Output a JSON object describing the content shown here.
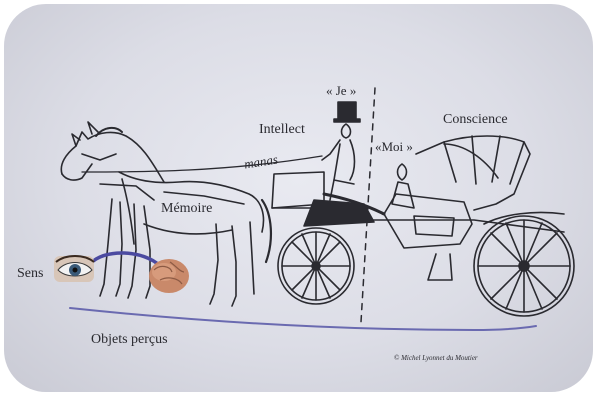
{
  "diagram": {
    "labels": {
      "je": "« Je »",
      "intellect": "Intellect",
      "manas": "manas",
      "conscience": "Conscience",
      "moi": "«Moi »",
      "memoire": "Mémoire",
      "sens": "Sens",
      "objets": "Objets perçus",
      "copyright": "© Michel Lyonnet du Moutier"
    },
    "colors": {
      "background": "#dcdde6",
      "ink": "#2a2a30",
      "rein_line": "#4b4aa0",
      "ground_line": "#6a6ab0",
      "brain": "#c9896a",
      "eye_iris": "#3a5a78"
    }
  }
}
